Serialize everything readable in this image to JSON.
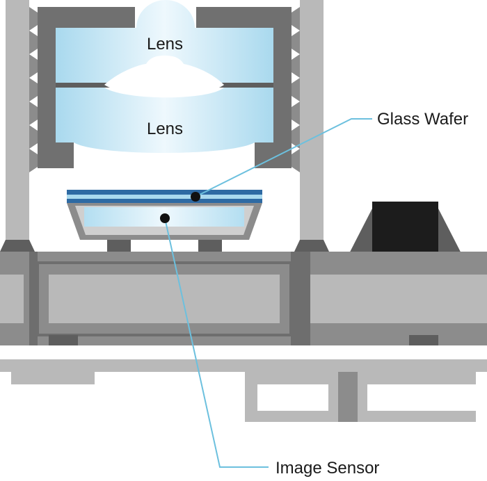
{
  "labels": {
    "lens_upper": "Lens",
    "lens_lower": "Lens",
    "glass_wafer": "Glass Wafer",
    "image_sensor": "Image Sensor"
  },
  "colors": {
    "frame_light": "#b9b9b9",
    "frame_mid": "#8c8c8c",
    "frame_dark": "#5e5e5e",
    "lens_light": "#eaf6fc",
    "lens_blue": "#a9d9ee",
    "wafer_blue": "#2e6aa3",
    "callout_line": "#6cc0de",
    "dot": "#111111",
    "chip": "#1c1c1c"
  }
}
